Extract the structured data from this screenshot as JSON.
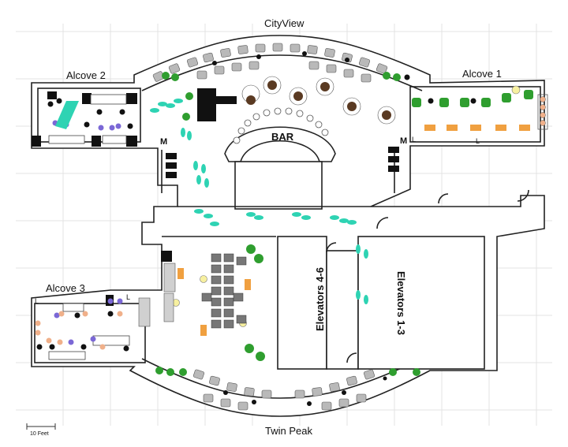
{
  "labels": {
    "top": "CityView",
    "bottom": "Twin Peak",
    "bar": "BAR",
    "alcove1": "Alcove 1",
    "alcove2": "Alcove 2",
    "alcove3": "Alcove 3",
    "elev_left": "Elevators 4-6",
    "elev_right": "Elevators 1-3",
    "scale": "10 Feet",
    "m1": "M",
    "m2": "M",
    "l1": "L",
    "l2": "L",
    "l3": "L",
    "l4": "L"
  },
  "colors": {
    "footprints": "#2ed3b3",
    "chair_grey": "#b9b9b9",
    "chair_green": "#2f9e2f",
    "table_brown": "#5a3a22",
    "orange": "#f0a040",
    "purple": "#7b68d6",
    "peach": "#f0b08a",
    "yellow": "#f7f0a0",
    "black": "#111111"
  }
}
